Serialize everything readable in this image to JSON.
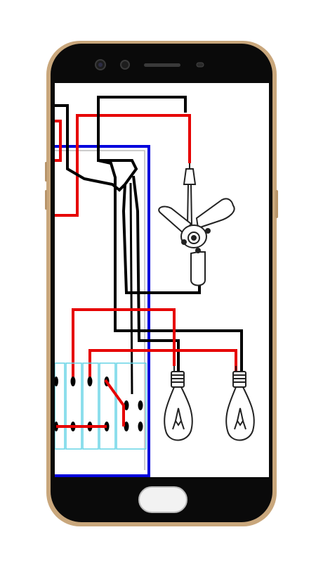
{
  "device": {
    "body_color": "#0a0a0a",
    "frame_color": "#c9a77c",
    "screen_color": "#ffffff"
  },
  "colors": {
    "phase_wire": "#e60000",
    "neutral_wire": "#000000",
    "earth_wire": "#0000dd",
    "switch_board_outline": "#66d4e6",
    "appliance_outline": "#222222"
  },
  "diagram": {
    "appliances": [
      "ceiling-fan",
      "bulb",
      "bulb"
    ],
    "switch_count": 5,
    "switches_closed": [
      true,
      true,
      false,
      false,
      true
    ]
  }
}
